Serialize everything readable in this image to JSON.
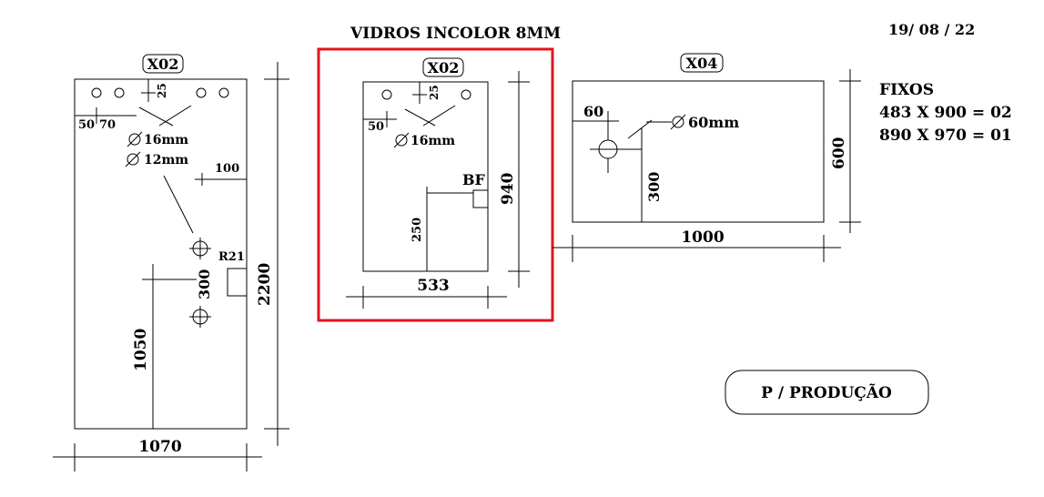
{
  "header": {
    "title": "VIDROS INCOLOR 8MM",
    "date": "19/ 08 / 22"
  },
  "fixos": {
    "heading": "FIXOS",
    "lines": [
      "483 X 900 = 02",
      "890 X 970 = 01"
    ]
  },
  "stamp": {
    "label": "P / PRODUÇÃO"
  },
  "highlight": {
    "color": "#e0161e"
  },
  "panel_left": {
    "tag": "X02",
    "dims": {
      "v25": "25",
      "h50": "50",
      "h70": "70",
      "hole16": "16mm",
      "hole12": "12mm",
      "h100": "100",
      "radius": "R21",
      "v300": "300",
      "v1050": "1050",
      "height": "2200",
      "width": "1070"
    }
  },
  "panel_mid": {
    "tag": "X02",
    "dims": {
      "v25": "25",
      "h50": "50",
      "hole16": "16mm",
      "notch": "BF",
      "v250": "250",
      "height": "940",
      "width": "533"
    }
  },
  "panel_right": {
    "tag": "X04",
    "dims": {
      "h60": "60",
      "hole60": "60mm",
      "v300": "300",
      "height": "600",
      "width": "1000"
    }
  }
}
